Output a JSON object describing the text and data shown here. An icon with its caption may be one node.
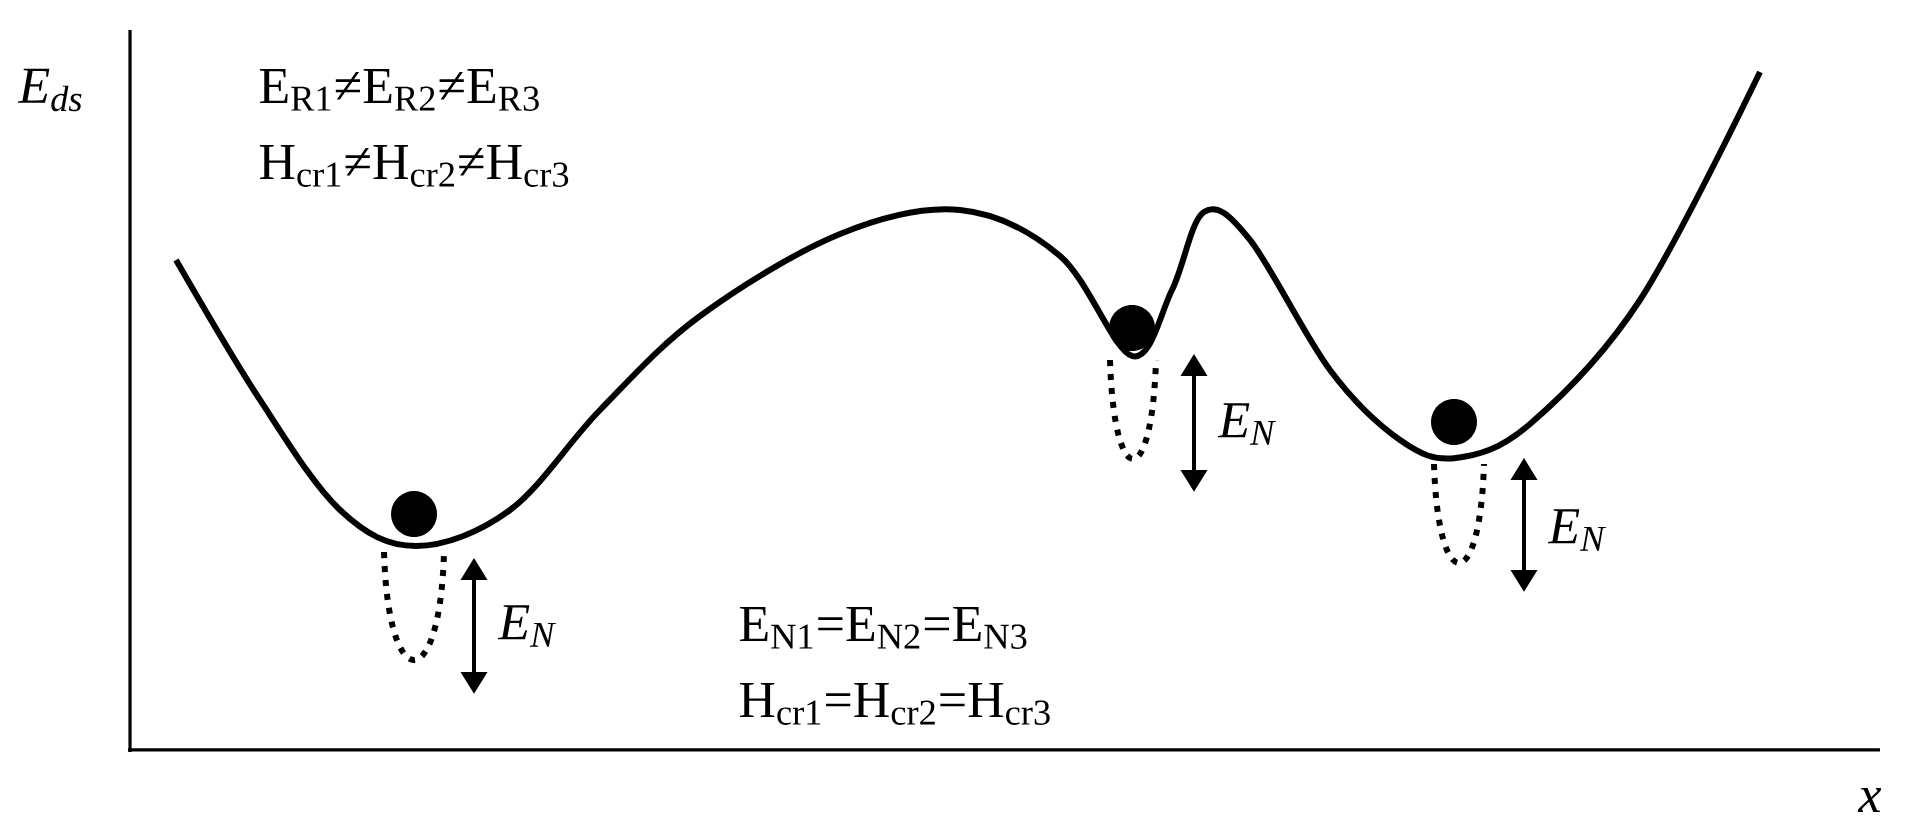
{
  "diagram": {
    "labels": [
      "E$_{ds}$",
      "E$_{R1}$≠E$_{R2}$≠E$_{R3}$",
      "H$_{cr1}$≠H$_{cr2}$≠H$_{cr3}$",
      "E$_{N}$",
      "E$_{N}$",
      "E$_{N}$",
      "E$_{N1}$=E$_{N2}$=E$_{N3}$",
      "H$_{cr1}$=H$_{cr2}$=H$_{cr3}$",
      "x"
    ]
  }
}
